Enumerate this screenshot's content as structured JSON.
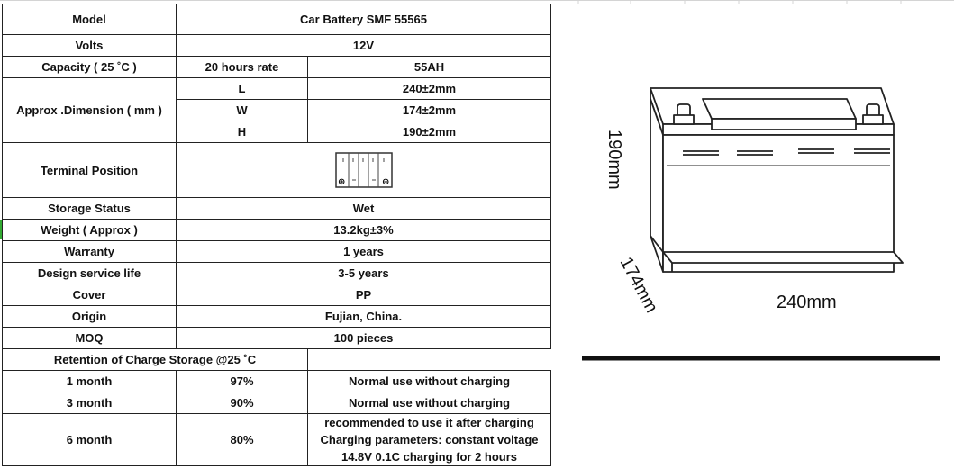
{
  "header": {
    "model_label": "Model",
    "model_value": "Car Battery SMF 55565"
  },
  "volts": {
    "label": "Volts",
    "value": "12V"
  },
  "capacity": {
    "label": "Capacity ( 25 ˚C )",
    "rate": "20 hours rate",
    "value": "55AH"
  },
  "dimension": {
    "label": "Approx .Dimension ( mm )",
    "rows": [
      {
        "axis": "L",
        "value": "240±2mm"
      },
      {
        "axis": "W",
        "value": "174±2mm"
      },
      {
        "axis": "H",
        "value": "190±2mm"
      }
    ]
  },
  "terminal": {
    "label": "Terminal Position",
    "plus": "⊕",
    "minus": "⊖"
  },
  "specs": [
    {
      "label": "Storage Status",
      "value": "Wet"
    },
    {
      "label": "Weight ( Approx )",
      "value": "13.2kg±3%"
    },
    {
      "label": "Warranty",
      "value": "1 years"
    },
    {
      "label": "Design service life",
      "value": "3-5 years"
    },
    {
      "label": "Cover",
      "value": "PP"
    },
    {
      "label": "Origin",
      "value": "Fujian, China."
    },
    {
      "label": "MOQ",
      "value": "100 pieces"
    }
  ],
  "retention": {
    "title": "Retention of Charge Storage @25 ˚C",
    "rows": [
      {
        "period": "1 month",
        "percent": "97%",
        "note": "Normal use without charging"
      },
      {
        "period": "3 month",
        "percent": "90%",
        "note": "Normal use without charging"
      },
      {
        "period": "6 month",
        "percent": "80%",
        "note_lines": [
          "recommended to use it after charging",
          "Charging parameters: constant voltage",
          "14.8V 0.1C  charging for 2 hours"
        ]
      }
    ]
  },
  "diagram": {
    "height_label": "190mm",
    "width_label": "174mm",
    "length_label": "240mm"
  }
}
